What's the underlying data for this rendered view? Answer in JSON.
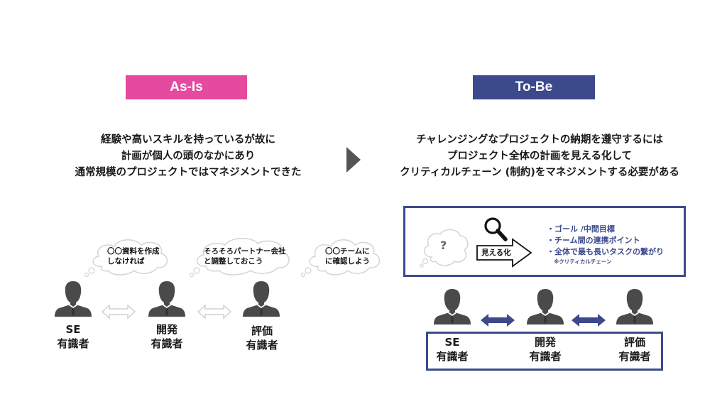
{
  "as_is": {
    "header": "As-Is",
    "header_color": "#e44a9e",
    "description": [
      "経験や高いスキルを持っているが故に",
      "計画が個人の頭のなかにあり",
      "通常規模のプロジェクトではマネジメントできた"
    ],
    "thoughts": [
      {
        "lines": [
          "〇〇資料を作成",
          "しなければ"
        ]
      },
      {
        "lines": [
          "そろそろパートナー会社",
          "と調整しておこう"
        ]
      },
      {
        "lines": [
          "〇〇チームに",
          "に確認しよう"
        ]
      }
    ],
    "roles": [
      {
        "line1": "SE",
        "line2": "有識者"
      },
      {
        "line1": "開発",
        "line2": "有識者"
      },
      {
        "line1": "評価",
        "line2": "有識者"
      }
    ]
  },
  "to_be": {
    "header": "To-Be",
    "header_color": "#3c4a8c",
    "description": [
      "チャレンジングなプロジェクトの納期を遵守するには",
      "プロジェクト全体の計画を見える化して",
      "クリティカルチェーン (制約)をマネジメントする必要がある"
    ],
    "question_mark": "?",
    "visualize_label": "見える化",
    "points": [
      "・ゴール /中間目標",
      "・チーム間の連携ポイント",
      "・全体で最も長いタスクの繋がり"
    ],
    "note": "※クリティカルチェーン",
    "roles": [
      {
        "line1": "SE",
        "line2": "有識者"
      },
      {
        "line1": "開発",
        "line2": "有識者"
      },
      {
        "line1": "評価",
        "line2": "有識者"
      }
    ]
  },
  "colors": {
    "person": "#4a4a4a",
    "arrow_light": "#d0d0d0",
    "arrow_blue": "#3c4a8c",
    "transition_arrow": "#555555"
  }
}
